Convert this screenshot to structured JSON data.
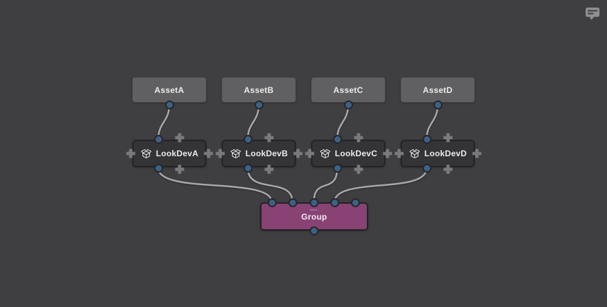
{
  "window": {
    "background_color": "#3f3f41"
  },
  "graph": {
    "asset_nodes": [
      {
        "label": "AssetA"
      },
      {
        "label": "AssetB"
      },
      {
        "label": "AssetC"
      },
      {
        "label": "AssetD"
      }
    ],
    "lookdev_nodes": [
      {
        "label": "LookDevA",
        "icon": "open-box-icon"
      },
      {
        "label": "LookDevB",
        "icon": "open-box-icon"
      },
      {
        "label": "LookDevC",
        "icon": "open-box-icon"
      },
      {
        "label": "LookDevD",
        "icon": "open-box-icon"
      }
    ],
    "group_node": {
      "label": "Group"
    },
    "connections": [
      {
        "from": "AssetA",
        "to": "LookDevA"
      },
      {
        "from": "AssetB",
        "to": "LookDevB"
      },
      {
        "from": "AssetC",
        "to": "LookDevC"
      },
      {
        "from": "AssetD",
        "to": "LookDevD"
      },
      {
        "from": "LookDevA",
        "to": "Group.in0"
      },
      {
        "from": "LookDevB",
        "to": "Group.in1"
      },
      {
        "from": "LookDevC",
        "to": "Group.in2"
      },
      {
        "from": "LookDevD",
        "to": "Group.in3"
      }
    ],
    "group_free_input_ports": 1
  },
  "icons": {
    "top_right": "comment-bubble-icon",
    "lookdev_badge": "open-box-icon",
    "connector": "plus-icon"
  },
  "colors": {
    "background": "#3f3f41",
    "asset_node_fill": "#606062",
    "lookdev_node_fill": "#343437",
    "lookdev_node_border": "#242427",
    "group_node_fill": "#884274",
    "port_fill": "#3e6186",
    "wire": "#a8a8aa",
    "plus_icon": "#7a7a7c",
    "label_text": "#ececec"
  }
}
